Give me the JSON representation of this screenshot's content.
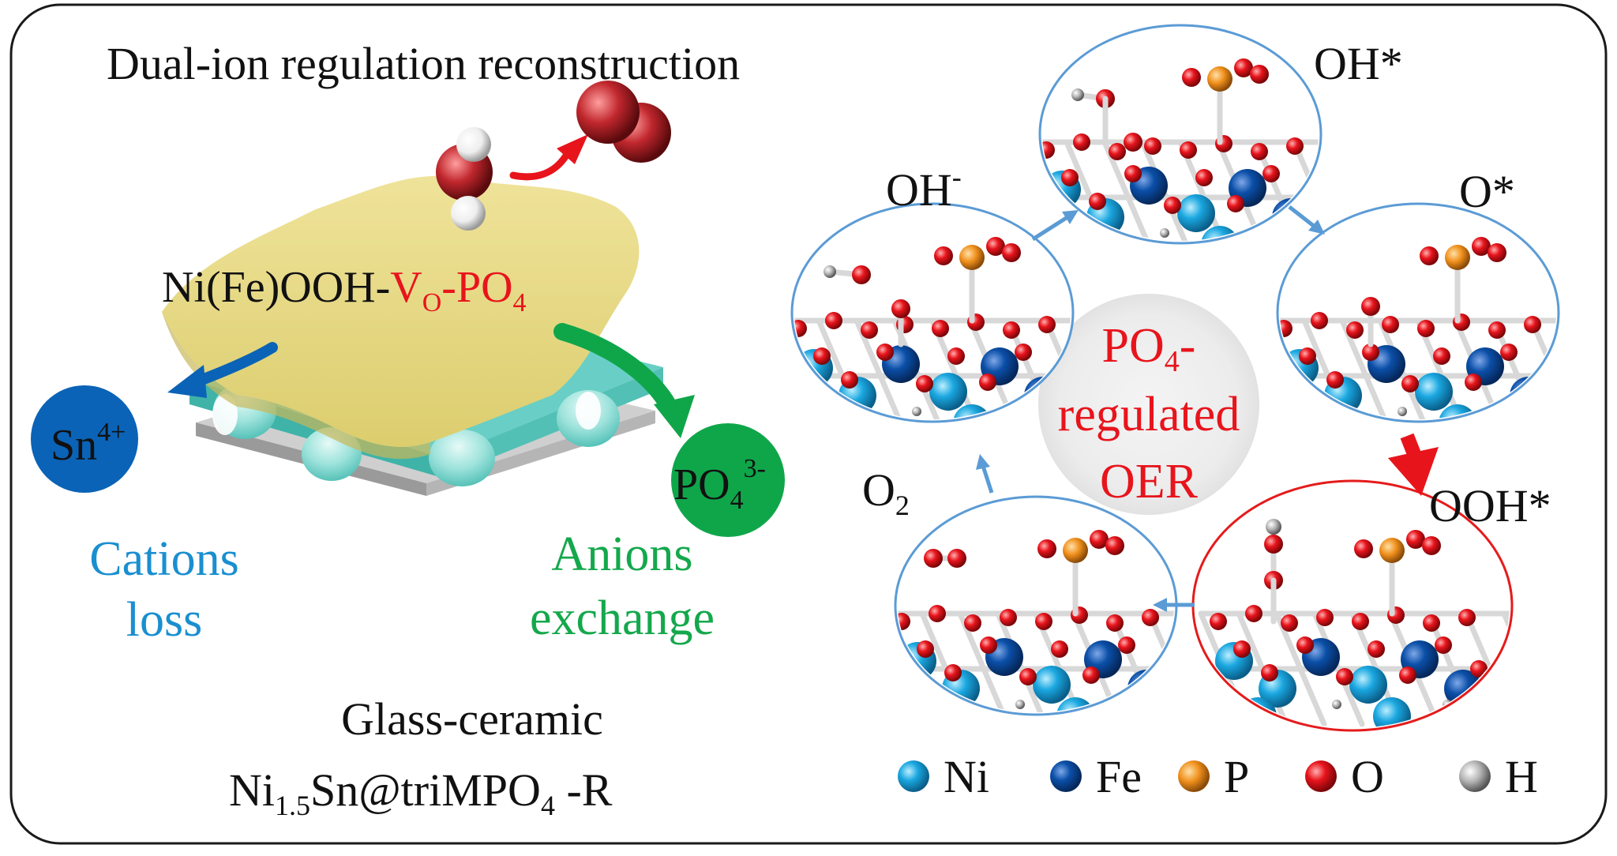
{
  "title": "Dual-ion  regulation reconstruction",
  "layer_label": {
    "prefix": "Ni(Fe)OOH-",
    "vacancy": "V",
    "vacancy_sub": "O",
    "dash": "-",
    "po": "PO",
    "po_sub": "4"
  },
  "sn_ion": {
    "base": "Sn",
    "sup": "4+"
  },
  "po4_ion": {
    "base": "PO",
    "sub": "4",
    "sup": "3-"
  },
  "cations": {
    "line1": "Cations",
    "line2": "loss"
  },
  "anions": {
    "line1": "Anions",
    "line2": "exchange"
  },
  "material": {
    "line1": "Glass-ceramic",
    "line2_a": "Ni",
    "line2_sub": "1.5",
    "line2_b": "Sn@triMPO",
    "line2_sub2": "4",
    "line2_c": " -R"
  },
  "center": {
    "line1": "PO",
    "line1_sub": "4",
    "line1_tail": "-",
    "line2": "regulated",
    "line3": "OER"
  },
  "states": {
    "ohminus": {
      "base": "OH",
      "sup": "-"
    },
    "ohstar": "OH*",
    "ostar": "O*",
    "oohstar": "OOH*",
    "o2": {
      "base": "O",
      "sub": "2"
    }
  },
  "legend": [
    {
      "label": "Ni",
      "color": "#1aa7e0"
    },
    {
      "label": "Fe",
      "color": "#0b4fa8"
    },
    {
      "label": "P",
      "color": "#f0901c"
    },
    {
      "label": "O",
      "color": "#e8141c"
    },
    {
      "label": "H",
      "color": "#9a9a9a"
    }
  ],
  "colors": {
    "water_red": "#c0272d",
    "sn_blue": "#0a63b6",
    "po4_green": "#0fa64a",
    "cation_text": "#1a8fd0",
    "anion_text": "#14a84c",
    "accent_red": "#e8141c",
    "ellipse_blue": "#5b9bd5",
    "ellipse_red": "#e51b1b",
    "layer_yellow": "#eadc8a",
    "teal": "#69cfc6"
  }
}
